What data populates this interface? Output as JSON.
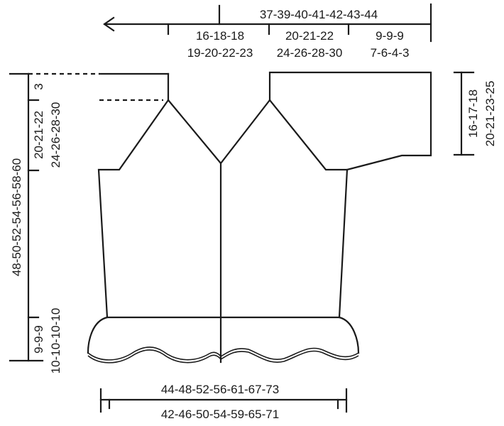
{
  "diagram": {
    "type": "knitting-schematic",
    "stroke_color": "#1a1a1a",
    "background": "#ffffff",
    "top_measurements": {
      "overall_width": "37-39-40-41-42-43-44",
      "segment_left_line1": "16-18-18",
      "segment_left_line2": "19-20-22-23",
      "segment_middle_line1": "20-21-22",
      "segment_middle_line2": "24-26-28-30",
      "segment_right_line1": "9-9-9",
      "segment_right_line2": "7-6-4-3",
      "arrow_direction": "left"
    },
    "left_measurements": {
      "total_length": "48-50-52-54-56-58-60",
      "top_section": "3",
      "yoke_line1": "20-21-22",
      "yoke_line2": "24-26-28-30",
      "edge_line1": "9-9-9",
      "edge_line2": "10-10-10-10"
    },
    "right_measurements": {
      "sleeve_line1": "16-17-18",
      "sleeve_line2": "20-21-23-25"
    },
    "bottom_measurements": {
      "upper_width": "44-48-52-56-61-67-73",
      "lower_width": "42-46-50-54-59-65-71"
    }
  }
}
